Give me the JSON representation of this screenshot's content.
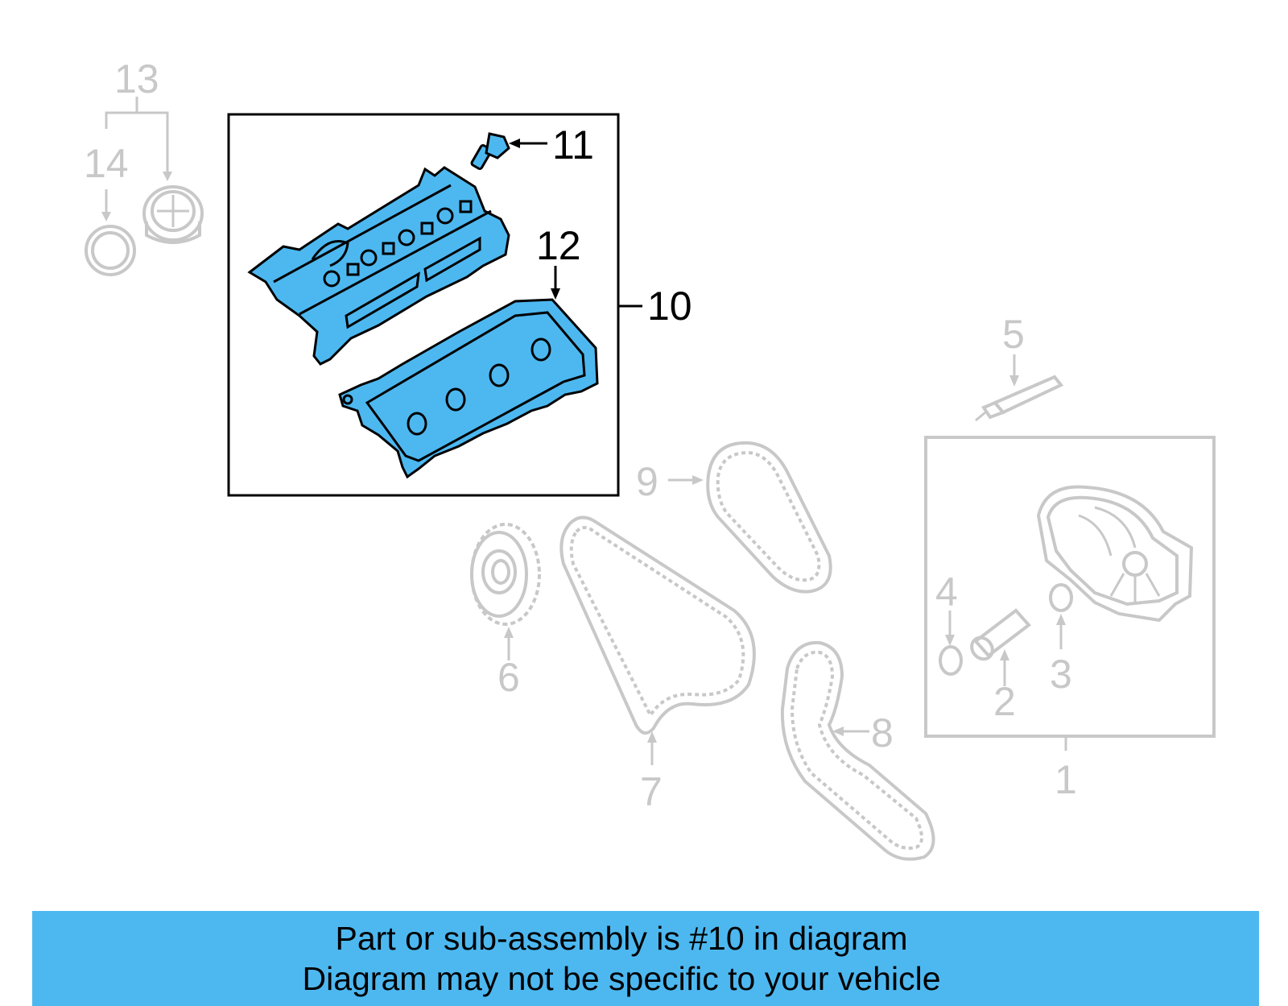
{
  "callouts": {
    "c1": "1",
    "c2": "2",
    "c3": "3",
    "c4": "4",
    "c5": "5",
    "c6": "6",
    "c7": "7",
    "c8": "8",
    "c9": "9",
    "c10": "10",
    "c11": "11",
    "c12": "12",
    "c13": "13",
    "c14": "14"
  },
  "colors": {
    "highlight": "#4db8f0",
    "greyed": "#c8c8c8",
    "outline": "#000000"
  },
  "banner": {
    "line1": "Part or sub-assembly is #10 in diagram",
    "line2": "Diagram may not be specific to your vehicle"
  }
}
